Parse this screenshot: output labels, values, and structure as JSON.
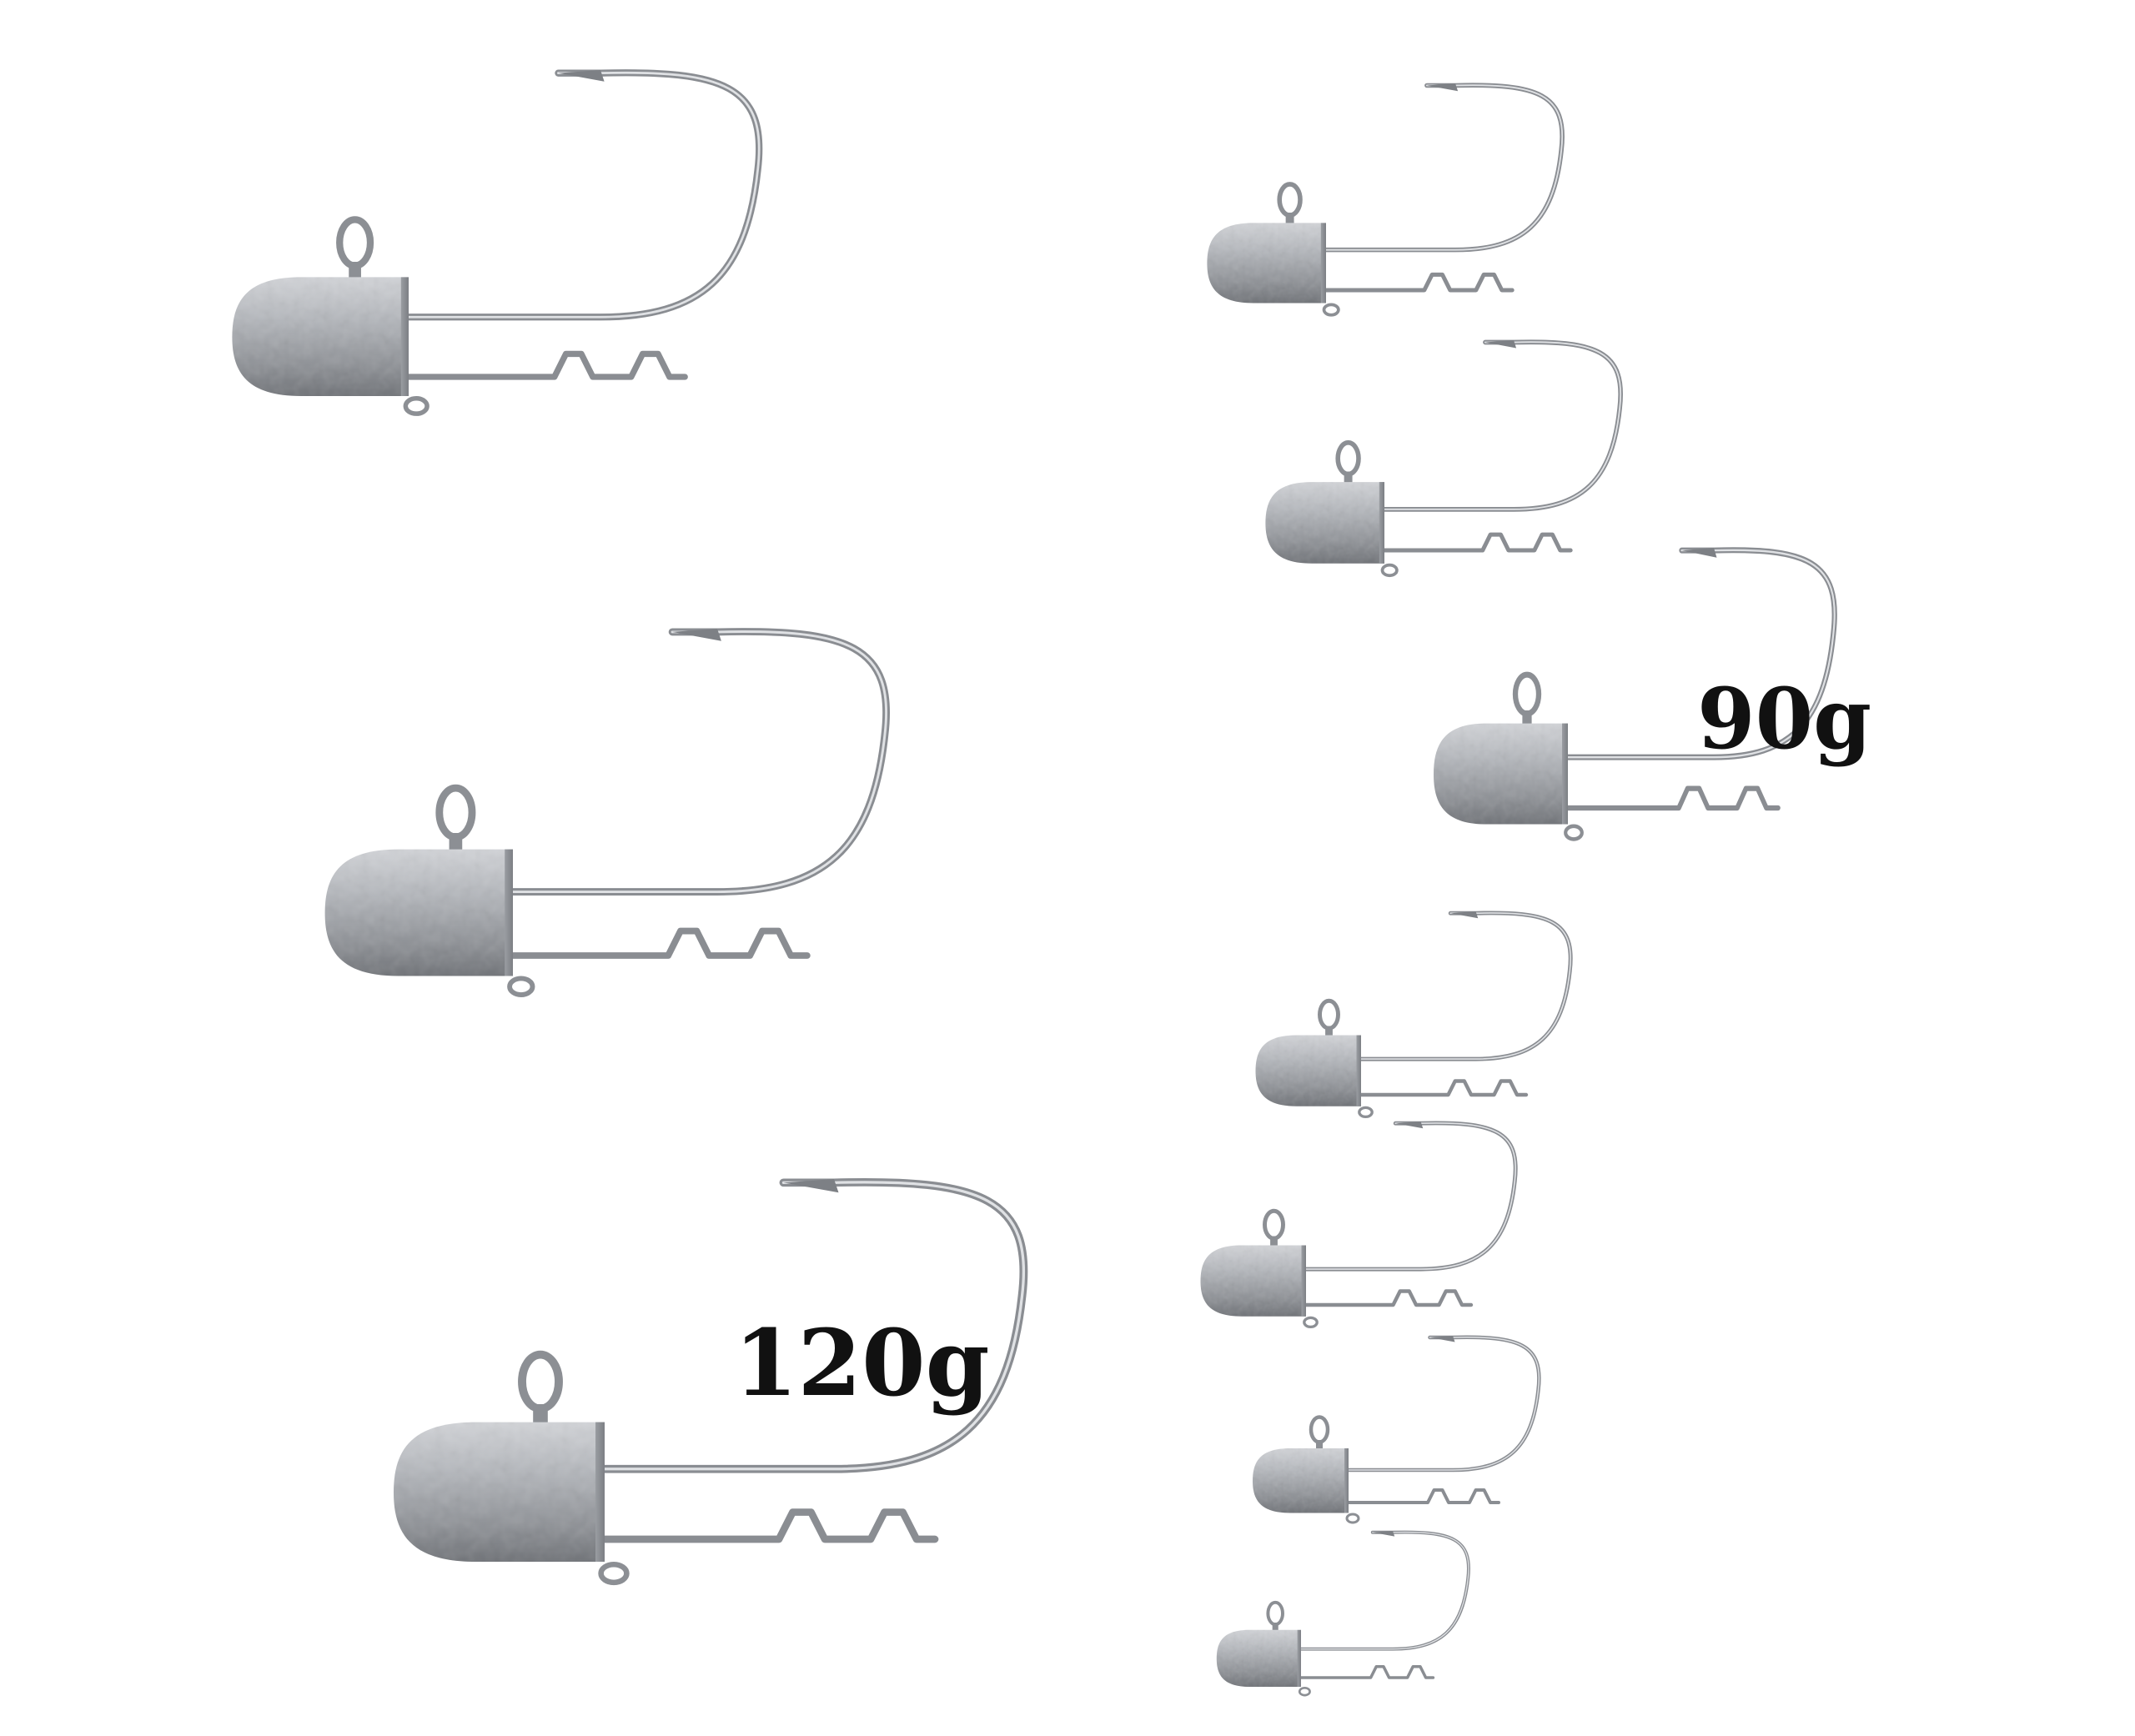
{
  "labels": {
    "weight_90": "90g",
    "weight_120": "120g"
  },
  "colors": {
    "background": "#ffffff",
    "lead_light": "#c4c6ca",
    "lead_dark": "#6f7277",
    "wire": "#8a8d92",
    "label_text": "#111111"
  },
  "icons": [
    "jig-head-hook"
  ]
}
